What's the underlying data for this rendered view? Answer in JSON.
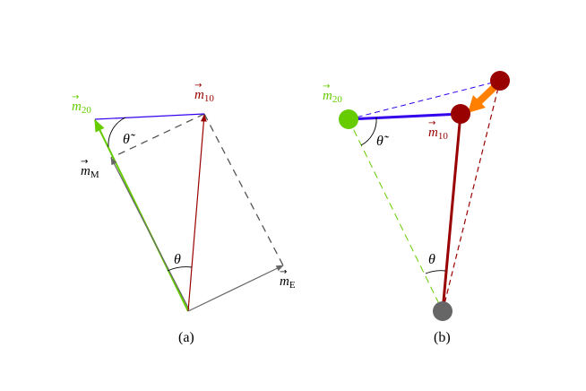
{
  "panel_a": {
    "caption": "(a)",
    "labels": {
      "m20": {
        "base": "m",
        "sub": "20"
      },
      "m10": {
        "base": "m",
        "sub": "10"
      },
      "mM": {
        "base": "m",
        "sub": "M"
      },
      "mE": {
        "base": "m",
        "sub": "E"
      },
      "theta_tilde": "θ̃",
      "theta": "θ"
    }
  },
  "panel_b": {
    "caption": "(b)",
    "labels": {
      "m20": {
        "base": "m",
        "sub": "20"
      },
      "m10": {
        "base": "m",
        "sub": "10"
      },
      "theta_tilde": "θ̃",
      "theta": "θ"
    }
  },
  "colors": {
    "green": "#66cc00",
    "dark_red": "#990000",
    "blue": "#3300ee",
    "gray": "#666666",
    "orange": "#ff8000",
    "dashed_gray": "#555555"
  }
}
